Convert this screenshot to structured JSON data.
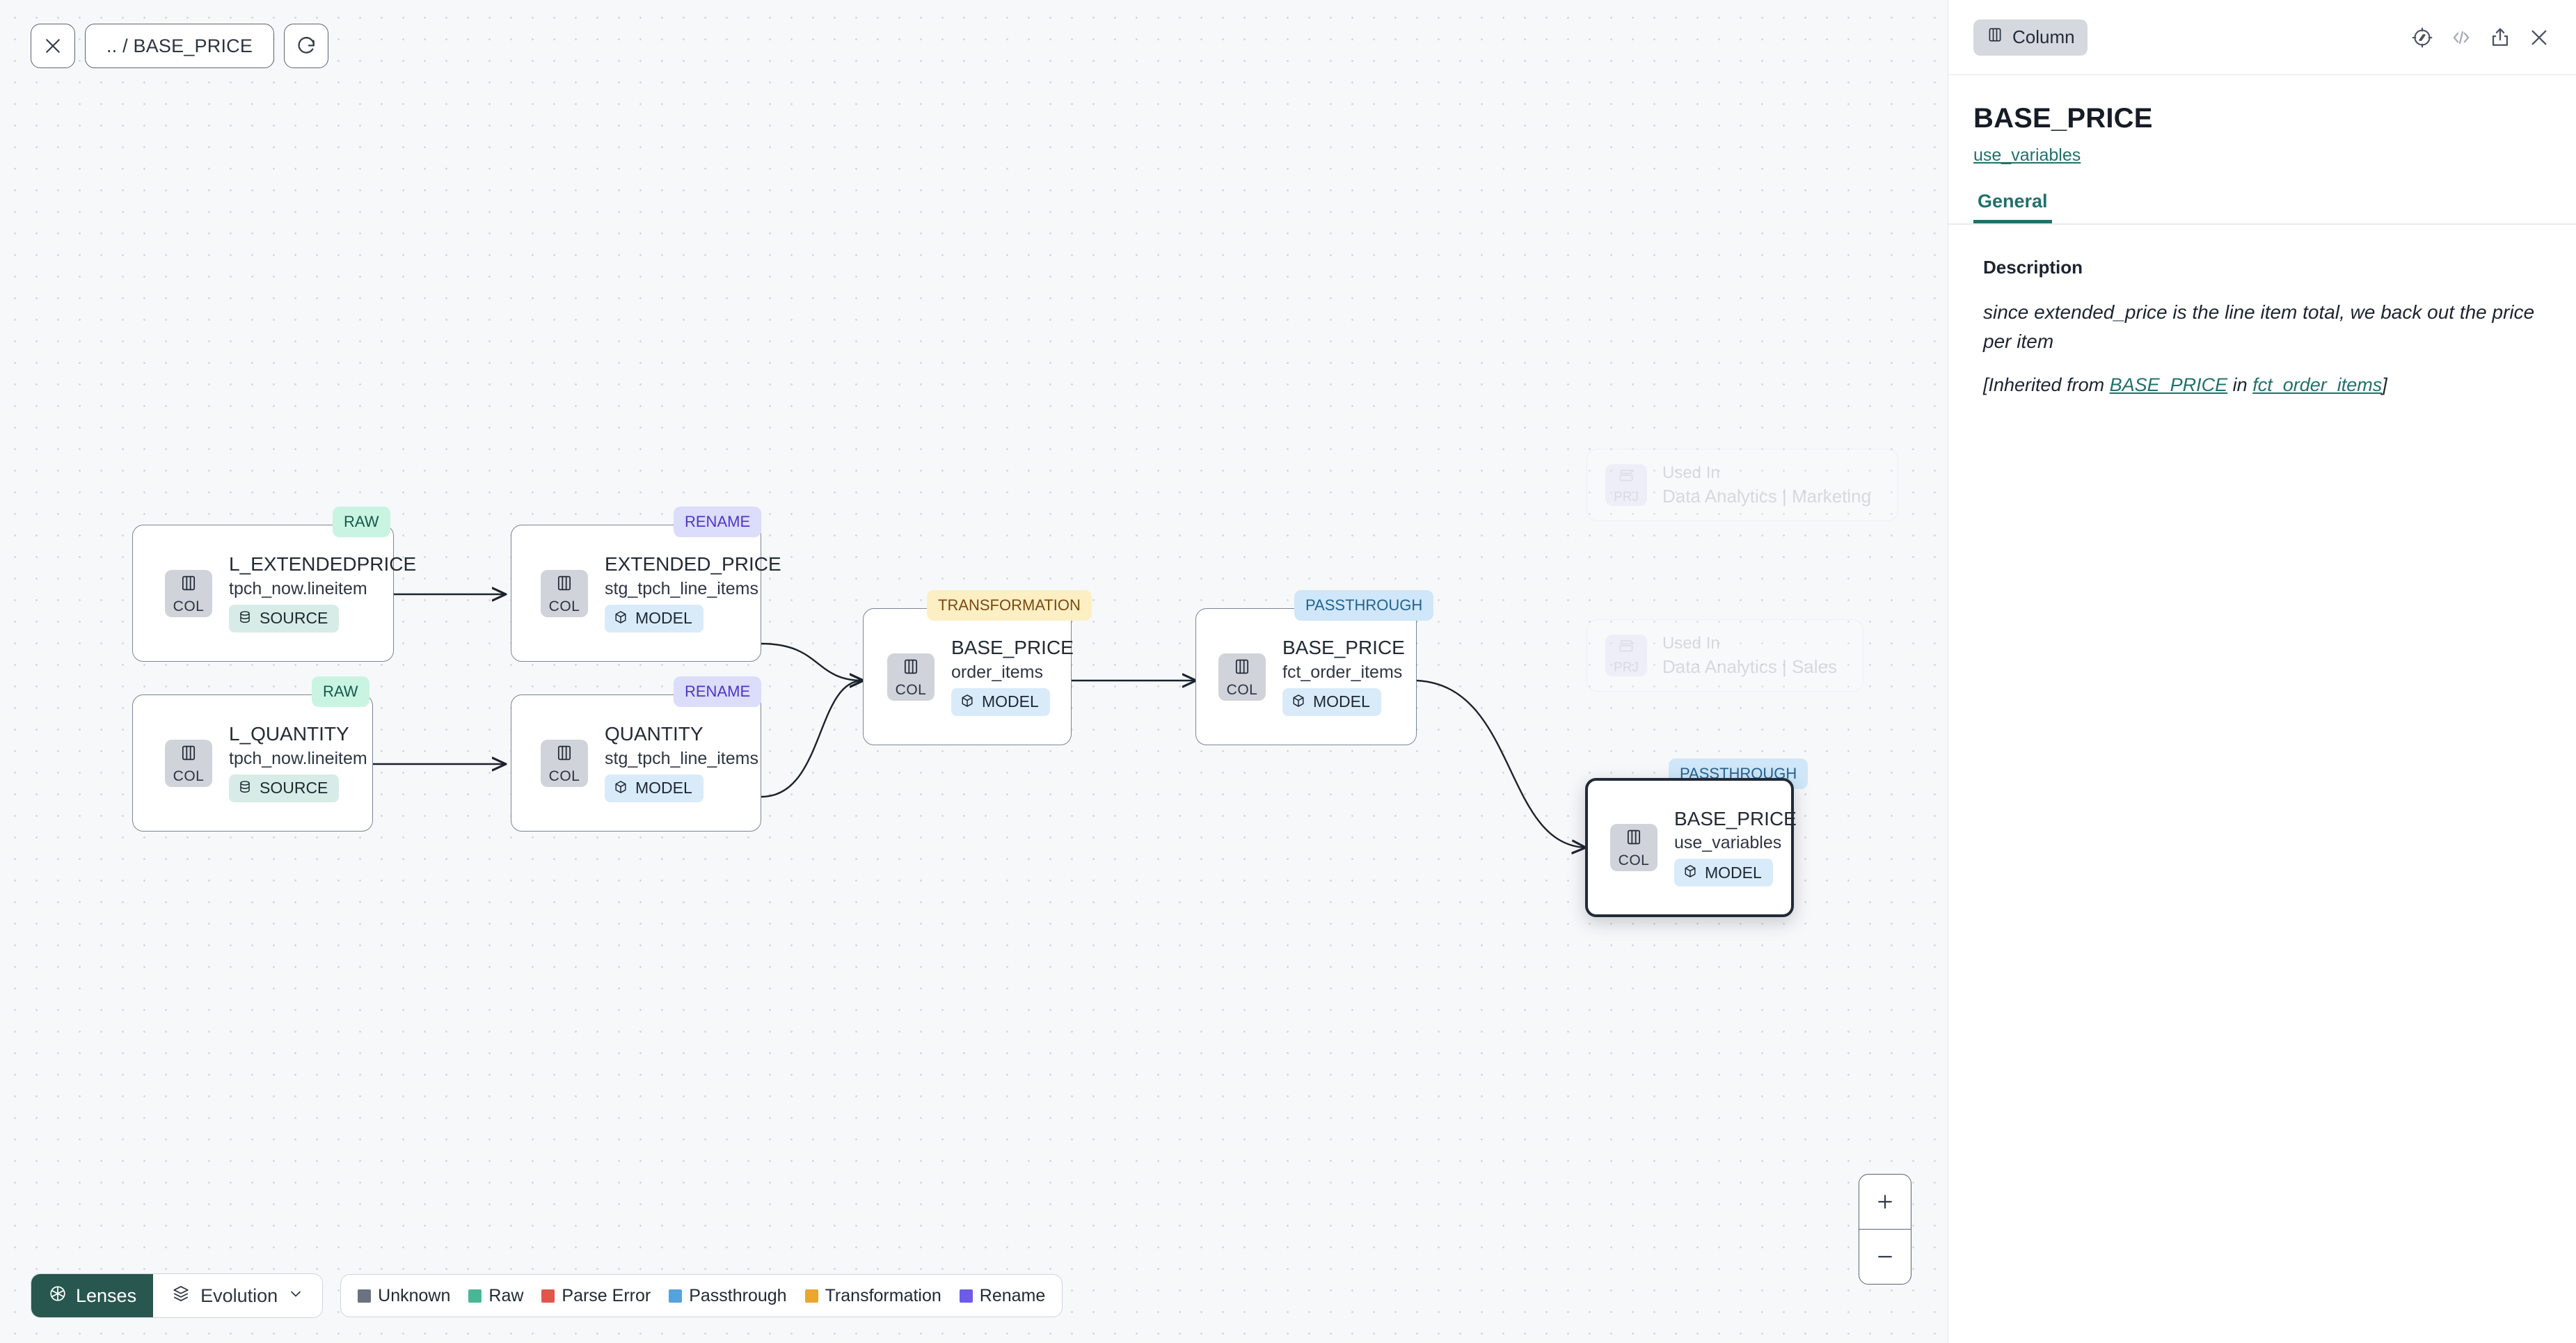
{
  "toolbar": {
    "close_icon": "close-icon",
    "breadcrumb": ".. / BASE_PRICE",
    "refresh_icon": "refresh-icon"
  },
  "graph": {
    "nodes": [
      {
        "id": "l-extendedprice",
        "tag": "RAW",
        "tag_kind": "raw",
        "title": "L_EXTENDEDPRICE",
        "subtitle": "tpch_now.lineitem",
        "badge": "COL",
        "chip": "SOURCE",
        "chip_kind": "source",
        "selected": false
      },
      {
        "id": "l-quantity",
        "tag": "RAW",
        "tag_kind": "raw",
        "title": "L_QUANTITY",
        "subtitle": "tpch_now.lineitem",
        "badge": "COL",
        "chip": "SOURCE",
        "chip_kind": "source",
        "selected": false
      },
      {
        "id": "extended-price",
        "tag": "RENAME",
        "tag_kind": "rename",
        "title": "EXTENDED_PRICE",
        "subtitle": "stg_tpch_line_items",
        "badge": "COL",
        "chip": "MODEL",
        "chip_kind": "model",
        "selected": false
      },
      {
        "id": "quantity",
        "tag": "RENAME",
        "tag_kind": "rename",
        "title": "QUANTITY",
        "subtitle": "stg_tpch_line_items",
        "badge": "COL",
        "chip": "MODEL",
        "chip_kind": "model",
        "selected": false
      },
      {
        "id": "base-price-order-items",
        "tag": "TRANSFORMATION",
        "tag_kind": "transformation",
        "title": "BASE_PRICE",
        "subtitle": "order_items",
        "badge": "COL",
        "chip": "MODEL",
        "chip_kind": "model",
        "selected": false
      },
      {
        "id": "base-price-fct-order-items",
        "tag": "PASSTHROUGH",
        "tag_kind": "passthrough",
        "title": "BASE_PRICE",
        "subtitle": "fct_order_items",
        "badge": "COL",
        "chip": "MODEL",
        "chip_kind": "model",
        "selected": false
      },
      {
        "id": "base-price-use-variables",
        "tag": "PASSTHROUGH",
        "tag_kind": "passthrough",
        "title": "BASE_PRICE",
        "subtitle": "use_variables",
        "badge": "COL",
        "chip": "MODEL",
        "chip_kind": "model",
        "selected": true
      }
    ],
    "used_in": [
      {
        "id": "used-in-marketing",
        "badge": "PRJ",
        "line1": "Used In",
        "line2": "Data Analytics | Marketing"
      },
      {
        "id": "used-in-sales",
        "badge": "PRJ",
        "line1": "Used In",
        "line2": "Data Analytics | Sales"
      }
    ],
    "zoom_controls": {
      "zoom_in": "+",
      "zoom_out": "−"
    }
  },
  "bottom_bar": {
    "lenses_label": "Lenses",
    "evolution_label": "Evolution",
    "legend": [
      {
        "label": "Unknown",
        "color": "#6b7280"
      },
      {
        "label": "Raw",
        "color": "#49b696"
      },
      {
        "label": "Parse Error",
        "color": "#e2564a"
      },
      {
        "label": "Passthrough",
        "color": "#54a3de"
      },
      {
        "label": "Transformation",
        "color": "#eca62c"
      },
      {
        "label": "Rename",
        "color": "#6c5ce9"
      }
    ]
  },
  "panel": {
    "entity_type": "Column",
    "title": "BASE_PRICE",
    "subtitle_link": "use_variables",
    "tabs": [
      {
        "label": "General",
        "active": true
      }
    ],
    "description_label": "Description",
    "description_text": "since extended_price is the line item total, we back out the price per item",
    "inherited": {
      "prefix": "[Inherited from ",
      "link1": "BASE_PRICE",
      "middle": " in ",
      "link2": "fct_order_items",
      "suffix": "]"
    },
    "icons": {
      "explore": "compass-icon",
      "code": "code-icon",
      "share": "share-icon",
      "close": "close-icon"
    }
  }
}
